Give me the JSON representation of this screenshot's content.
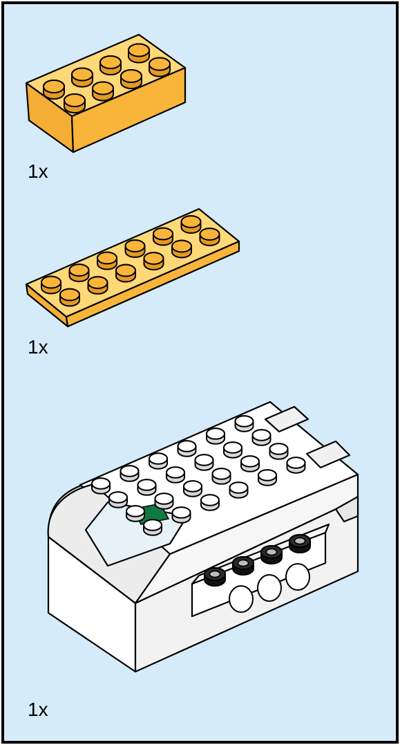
{
  "parts": [
    {
      "quantity": "1x",
      "part": "2x4-brick",
      "color": "#f8b53a"
    },
    {
      "quantity": "1x",
      "part": "2x6-plate",
      "color": "#f8b53a"
    },
    {
      "quantity": "1x",
      "part": "smarthub",
      "color": "#ffffff",
      "indicator": "#0f7a3f"
    }
  ],
  "colors": {
    "background": "#d6ebf9",
    "border": "#000000",
    "outline": "#000000"
  }
}
